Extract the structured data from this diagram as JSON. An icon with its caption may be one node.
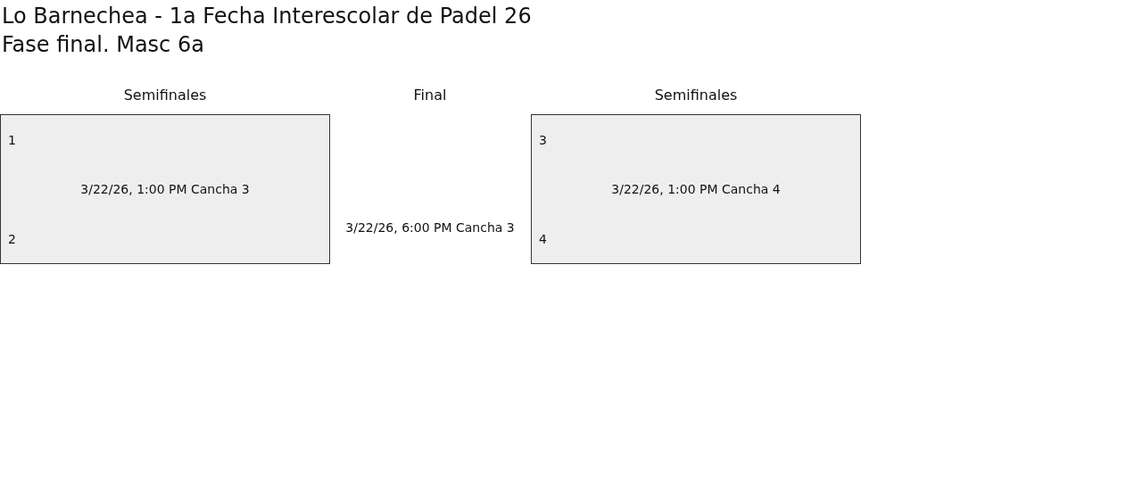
{
  "diagram": {
    "title": "Lo Barnechea - 1a Fecha Interescolar de Padel 26",
    "nodes": [
      {
        "text": [
          "Semifinales",
          "1",
          "3/22/26, 1:00 PM Cancha 3",
          "2"
        ]
      },
      {
        "text": [
          "Semifinales",
          "3",
          "3/22/26, 1:00 PM Cancha 4",
          "4"
        ]
      }
    ],
    "labels": [
      "Fase final. Masc 6a",
      "Final",
      "3/22/26, 6:00 PM Cancha 3"
    ]
  }
}
